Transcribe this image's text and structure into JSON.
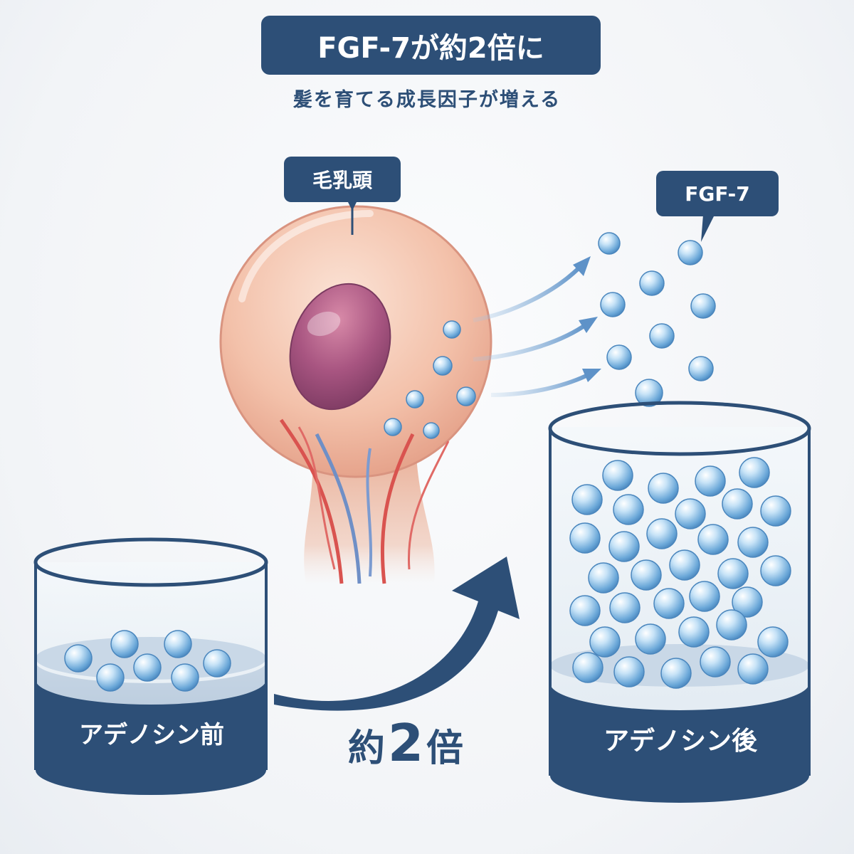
{
  "title": "FGF-7が約2倍に",
  "subtitle": "髪を育てる成長因子が増える",
  "labels": {
    "dermal_papilla": "毛乳頭",
    "fgf7": "FGF-7"
  },
  "containers": {
    "before": {
      "label": "アデノシン前"
    },
    "after": {
      "label": "アデノシン後"
    }
  },
  "ratio": {
    "prefix": "約",
    "value": "2",
    "suffix": "倍"
  },
  "colors": {
    "navy": "#2d4f77",
    "cell": "#f2c2aa",
    "nucleus": "#a65a7f",
    "molecule": "#9fcbed",
    "artery": "#d9534f",
    "vein": "#6f8fc6"
  }
}
